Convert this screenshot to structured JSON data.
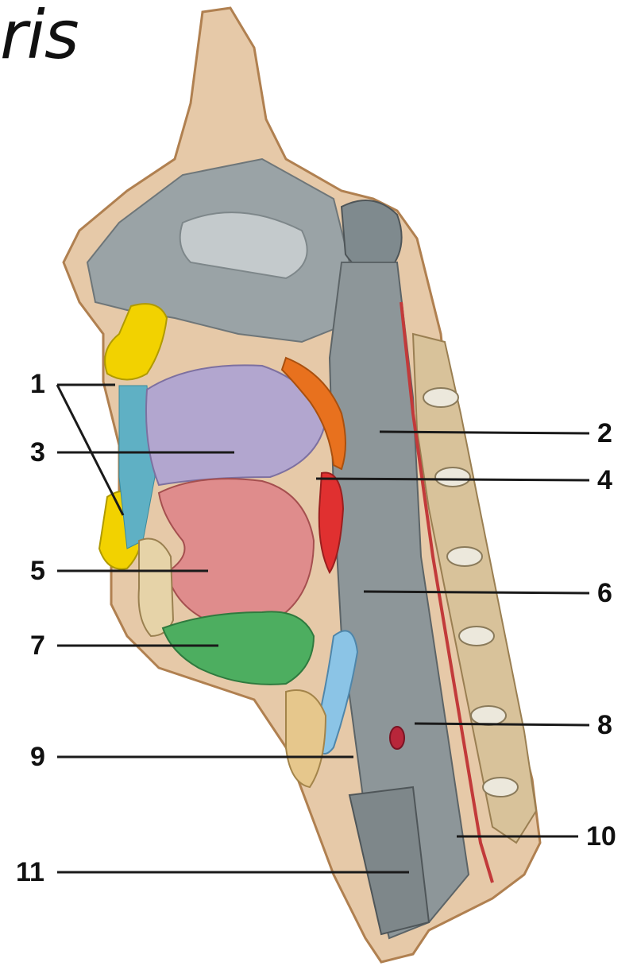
{
  "title": "ris",
  "labels": [
    "1",
    "2",
    "3",
    "4",
    "5",
    "6",
    "7",
    "8",
    "9",
    "10",
    "11"
  ]
}
